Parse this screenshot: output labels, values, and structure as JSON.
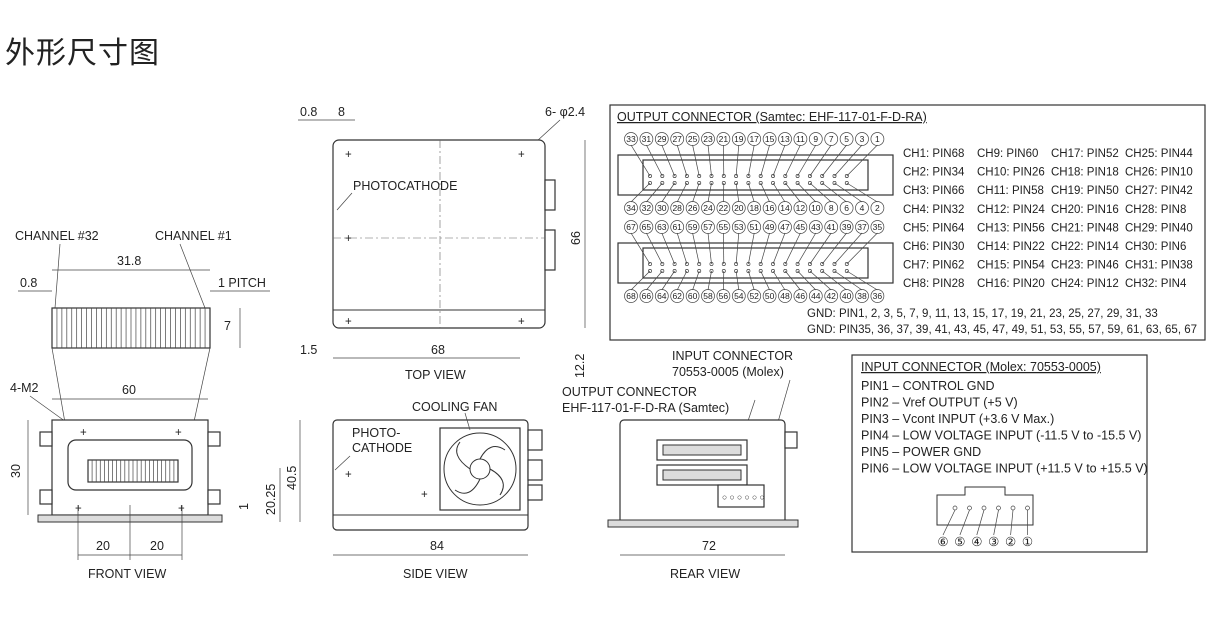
{
  "title": "外形尺寸图",
  "front_view": {
    "label": "FRONT VIEW",
    "channel_32": "CHANNEL #32",
    "channel_1": "CHANNEL #1",
    "dim_width": "31.8",
    "dim_edge": "0.8",
    "dim_pitch": "1 PITCH",
    "dim_fin_height": "7",
    "mount_holes": "4-M2",
    "dim_body_width": "60",
    "dim_height": "30",
    "dim_total_height": "40.5",
    "dim_center": "20.25",
    "dim_plate": "1",
    "dim_hole_left": "20",
    "dim_hole_right": "20"
  },
  "top_view": {
    "label": "TOP VIEW",
    "dim_a": "0.8",
    "dim_b": "8",
    "holes": "6- φ2.4",
    "photocathode": "PHOTOCATHODE",
    "dim_depth": "66",
    "dim_left": "1.5",
    "dim_width": "68",
    "dim_rear": "12.2"
  },
  "side_view": {
    "label": "SIDE VIEW",
    "photocathode_1": "PHOTO-",
    "photocathode_2": "CATHODE",
    "cooling_fan": "COOLING FAN",
    "dim_length": "84"
  },
  "rear_view": {
    "label": "REAR VIEW",
    "input_connector": "INPUT CONNECTOR",
    "input_part": "70553-0005 (Molex)",
    "output_connector": "OUTPUT CONNECTOR",
    "output_part": "EHF-117-01-F-D-RA (Samtec)",
    "dim_width": "72"
  },
  "output_connector": {
    "heading": "OUTPUT CONNECTOR (Samtec: EHF-117-01-F-D-RA)",
    "row1": [
      33,
      31,
      29,
      27,
      25,
      23,
      21,
      19,
      17,
      15,
      13,
      11,
      9,
      7,
      5,
      3,
      1
    ],
    "row2": [
      34,
      32,
      30,
      28,
      26,
      24,
      22,
      20,
      18,
      16,
      14,
      12,
      10,
      8,
      6,
      4,
      2
    ],
    "row3": [
      67,
      65,
      63,
      61,
      59,
      57,
      55,
      53,
      51,
      49,
      47,
      45,
      43,
      41,
      39,
      37,
      35
    ],
    "row4": [
      68,
      66,
      64,
      62,
      60,
      58,
      56,
      54,
      52,
      50,
      48,
      46,
      44,
      42,
      40,
      38,
      36
    ],
    "channels": [
      [
        "CH1: PIN68",
        "CH2: PIN34",
        "CH3: PIN66",
        "CH4: PIN32",
        "CH5: PIN64",
        "CH6: PIN30",
        "CH7: PIN62",
        "CH8: PIN28"
      ],
      [
        "CH9: PIN60",
        "CH10: PIN26",
        "CH11: PIN58",
        "CH12: PIN24",
        "CH13: PIN56",
        "CH14: PIN22",
        "CH15: PIN54",
        "CH16: PIN20"
      ],
      [
        "CH17: PIN52",
        "CH18: PIN18",
        "CH19: PIN50",
        "CH20: PIN16",
        "CH21: PIN48",
        "CH22: PIN14",
        "CH23: PIN46",
        "CH24: PIN12"
      ],
      [
        "CH25: PIN44",
        "CH26: PIN10",
        "CH27: PIN42",
        "CH28: PIN8",
        "CH29: PIN40",
        "CH30: PIN6",
        "CH31: PIN38",
        "CH32: PIN4"
      ]
    ],
    "gnd_1": "GND: PIN1, 2, 3, 5, 7, 9, 11, 13, 15, 17, 19, 21, 23, 25, 27, 29, 31, 33",
    "gnd_2": "GND: PIN35, 36, 37, 39, 41, 43, 45, 47, 49, 51, 53, 55, 57, 59, 61, 63, 65, 67"
  },
  "input_connector": {
    "heading": "INPUT CONNECTOR (Molex: 70553-0005)",
    "pins": [
      "PIN1 – CONTROL GND",
      "PIN2 – Vref OUTPUT (+5 V)",
      "PIN3 – Vcont INPUT (+3.6 V Max.)",
      "PIN4 – LOW VOLTAGE INPUT (-11.5 V to -15.5 V)",
      "PIN5 – POWER GND",
      "PIN6 – LOW VOLTAGE INPUT (+11.5 V to +15.5 V)"
    ],
    "pin_numbers": [
      "⑥",
      "⑤",
      "④",
      "③",
      "②",
      "①"
    ]
  }
}
